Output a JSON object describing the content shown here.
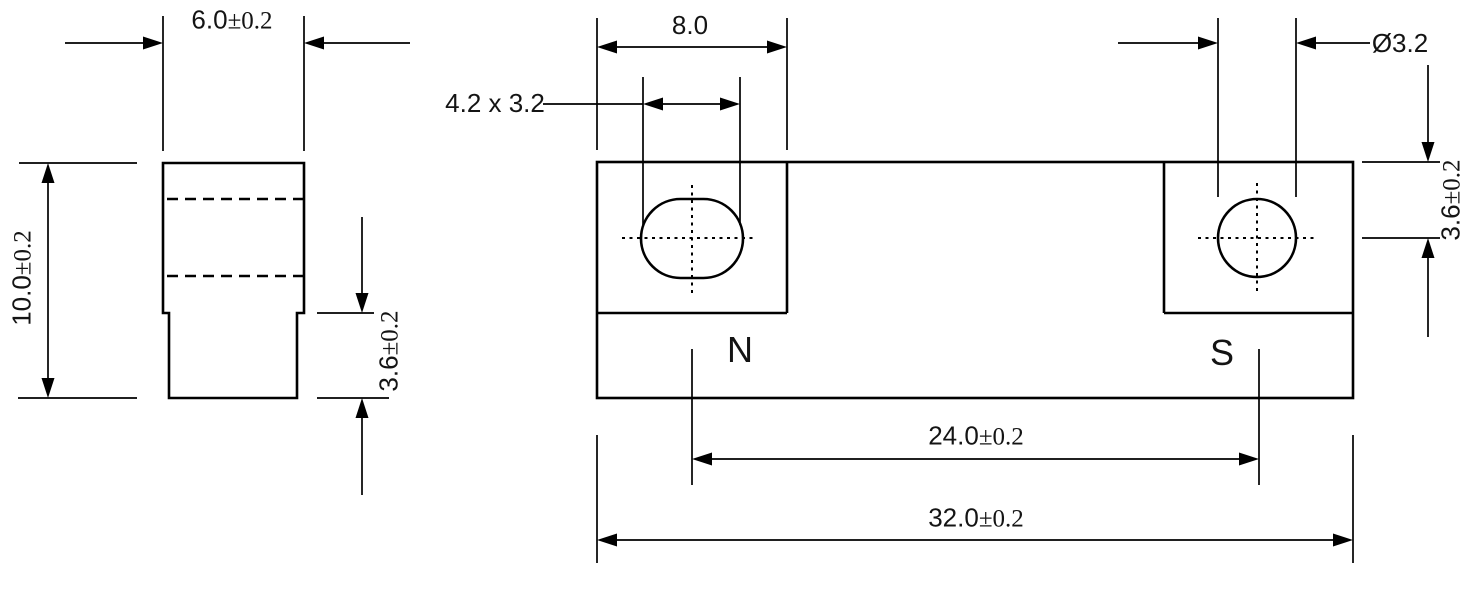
{
  "drawing": {
    "background_color": "#ffffff",
    "line_color": "#000000",
    "labels": {
      "side_width": {
        "value": "6.0",
        "tol": "±0.2"
      },
      "side_height": {
        "value": "10.0",
        "tol": "±0.2"
      },
      "side_step": {
        "value": "3.6",
        "tol": "±0.2"
      },
      "tab_width": {
        "value": "8.0"
      },
      "slot_size": {
        "value": "4.2 x 3.2"
      },
      "hole_diameter": {
        "value": "Ø3.2"
      },
      "hole_offset": {
        "value": "3.6",
        "tol": "±0.2"
      },
      "pole_pitch": {
        "value": "24.0",
        "tol": "±0.2"
      },
      "overall_width": {
        "value": "32.0",
        "tol": "±0.2"
      },
      "pole_north": "N",
      "pole_south": "S"
    }
  }
}
